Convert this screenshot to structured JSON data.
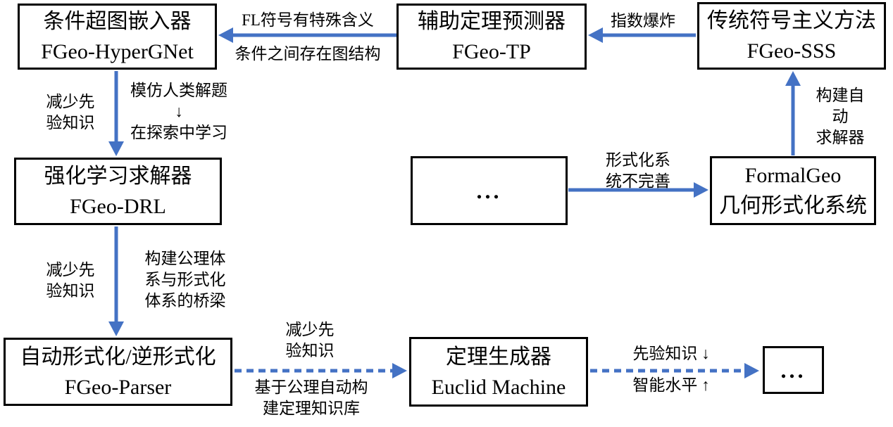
{
  "colors": {
    "arrow": "#4472C4",
    "box_border": "#000000",
    "box_bg": "#FFFFFF",
    "text": "#000000"
  },
  "boxes": {
    "hypergnet": {
      "line1": "条件超图嵌入器",
      "line2": "FGeo-HyperGNet"
    },
    "tp": {
      "line1": "辅助定理预测器",
      "line2": "FGeo-TP"
    },
    "sss": {
      "line1": "传统符号主义方法",
      "line2": "FGeo-SSS"
    },
    "drl": {
      "line1": "强化学习求解器",
      "line2": "FGeo-DRL"
    },
    "mid_ellipsis": {
      "label": "..."
    },
    "formalgeo": {
      "line1": "FormalGeo",
      "line2": "几何形式化系统"
    },
    "parser": {
      "line1": "自动形式化/逆形式化",
      "line2": "FGeo-Parser"
    },
    "euclid": {
      "line1": "定理生成器",
      "line2": "Euclid Machine"
    },
    "end_ellipsis": {
      "label": "..."
    }
  },
  "edges": {
    "tp_to_hypergnet": {
      "label_top": "FL符号有特殊含义",
      "label_bottom": "条件之间存在图结构"
    },
    "sss_to_tp": {
      "label": "指数爆炸"
    },
    "hypergnet_to_drl": {
      "label_left": "减少先\n验知识",
      "label_right": "模仿人类解题\n↓\n在探索中学习"
    },
    "drl_to_parser": {
      "label_left": "减少先\n验知识",
      "label_right": "构建公理体\n系与形式化\n体系的桥梁"
    },
    "ellipsis_to_formalgeo": {
      "label": "形式化系\n统不完善"
    },
    "formalgeo_to_sss": {
      "label": "构建自动\n求解器"
    },
    "parser_to_euclid": {
      "label_top": "减少先\n验知识",
      "label_bottom": "基于公理自动构\n建定理知识库"
    },
    "euclid_to_end": {
      "label_top": "先验知识 ↓",
      "label_bottom": "智能水平 ↑"
    }
  }
}
